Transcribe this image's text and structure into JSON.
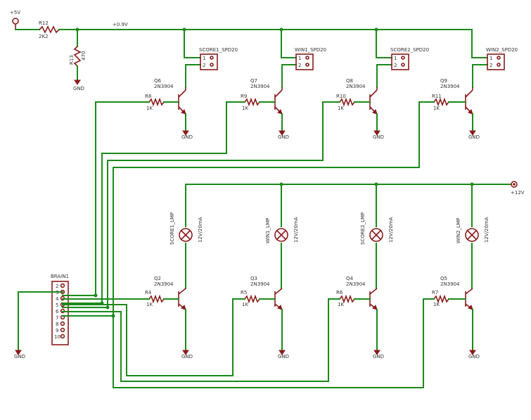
{
  "supplies": {
    "p5v": "+5V",
    "p09v": "+0.9V",
    "p12v": "+12V"
  },
  "gnd_label": "GND",
  "divider": {
    "r12": {
      "ref": "R12",
      "value": "2K2"
    },
    "r13": {
      "ref": "R13",
      "value": "470"
    }
  },
  "brain": {
    "ref": "BRAIN1",
    "pins": [
      "2",
      "3",
      "4",
      "5",
      "6",
      "7",
      "8",
      "9",
      "10"
    ]
  },
  "upper": [
    {
      "conn": "SCORE1_SPD20",
      "q": "Q6",
      "part": "2N3904",
      "r": "R8",
      "rv": "1K"
    },
    {
      "conn": "WIN1_SPD20",
      "q": "Q7",
      "part": "2N3904",
      "r": "R9",
      "rv": "1K"
    },
    {
      "conn": "SCORE2_SPD20",
      "q": "Q8",
      "part": "2N3904",
      "r": "R10",
      "rv": "1K"
    },
    {
      "conn": "WIN2_SPD20",
      "q": "Q9",
      "part": "2N3904",
      "r": "R11",
      "rv": "1K"
    }
  ],
  "lower": [
    {
      "lamp": "SCORE1_LMP",
      "rating": "12V/20mA",
      "q": "Q2",
      "part": "2N3904",
      "r": "R4",
      "rv": "1K"
    },
    {
      "lamp": "WIN1_LMP",
      "rating": "12V/20mA",
      "q": "Q3",
      "part": "2N3904",
      "r": "R5",
      "rv": "1K"
    },
    {
      "lamp": "SCORE2_LMP",
      "rating": "12V/20mA",
      "q": "Q4",
      "part": "2N3904",
      "r": "R6",
      "rv": "1K"
    },
    {
      "lamp": "WIN2_LMP",
      "rating": "12V/20mA",
      "q": "Q5",
      "part": "2N3904",
      "r": "R7",
      "rv": "1K"
    }
  ],
  "pin_labels": {
    "p1": "1",
    "p2": "2"
  }
}
